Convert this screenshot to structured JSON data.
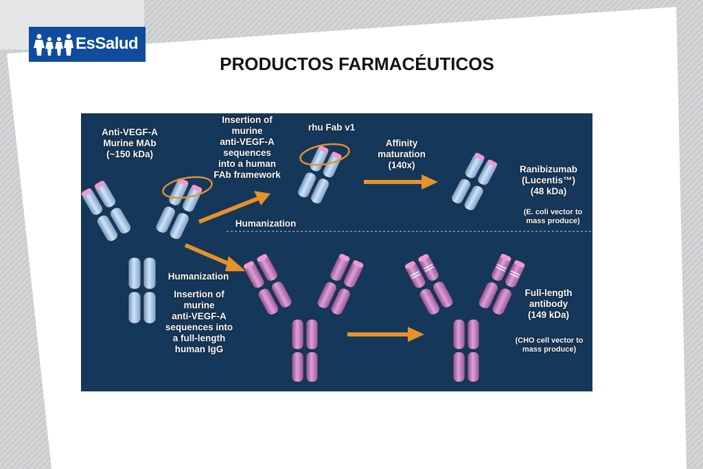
{
  "header": {
    "logo_text": "EsSalud",
    "title": "PRODUCTOS FARMACÉUTICOS"
  },
  "diagram": {
    "murine": [
      "Anti-VEGF-A",
      "Murine MAb",
      "(~150 kDa)"
    ],
    "insertion_fab": [
      "Insertion of",
      "murine",
      "anti-VEGF-A",
      "sequences",
      "into a human",
      "FAb framework"
    ],
    "rhu_fab": "rhu Fab v1",
    "affinity": [
      "Affinity",
      "maturation",
      "(140x)"
    ],
    "ranibizumab": [
      "Ranibizumab",
      "(Lucentis™)",
      "(48 kDa)"
    ],
    "ranibizumab_note": [
      "(E. coli vector to",
      "mass produce)"
    ],
    "humanization_top": "Humanization",
    "humanization_bottom": "Humanization",
    "insertion_igg": [
      "Insertion of",
      "murine",
      "anti-VEGF-A",
      "sequences into",
      "a full-length",
      "human IgG"
    ],
    "full_length": [
      "Full-length",
      "antibody",
      "(149 kDa)"
    ],
    "full_length_note": [
      "(CHO cell vector to",
      "mass produce)"
    ]
  },
  "colors": {
    "background": "#15375a",
    "arrow": "#e8912a",
    "murine_antibody": "#9fc4ea",
    "humanized_antibody": "#c77bc0",
    "tip": "#ee9ad0",
    "epitope_ring": "#e8912a"
  }
}
